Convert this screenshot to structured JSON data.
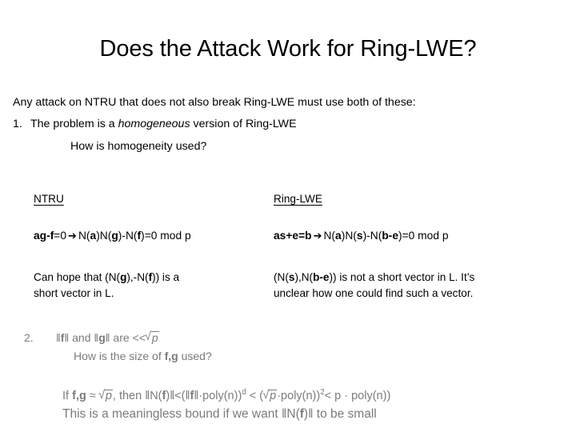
{
  "slide": {
    "title": "Does the Attack Work for Ring-LWE?",
    "intro": "Any attack on NTRU that does not also break Ring-LWE must use both of these:",
    "item1": {
      "number": "1.",
      "text_before": "The problem is a ",
      "emphasis": "homogeneous",
      "text_after": " version of Ring-LWE",
      "sub_question": "How is homogeneity used?"
    },
    "comparison": {
      "left": {
        "heading": "NTRU",
        "equation": {
          "lhs_bold": "ag-f",
          "lhs_rest": "=0",
          "arrow": "➔",
          "rhs_prefix": "N(",
          "rhs_a": "a",
          "rhs_mid1": ")N(",
          "rhs_g": "g",
          "rhs_mid2": ")-N(",
          "rhs_f": "f",
          "rhs_suffix": ")=0 mod p"
        },
        "note_line1_a": "Can hope that (N(",
        "note_line1_g": "g",
        "note_line1_b": "),-N(",
        "note_line1_f": "f",
        "note_line1_c": ")) is a",
        "note_line2": "short vector in L."
      },
      "right": {
        "heading": "Ring-LWE",
        "equation": {
          "lhs_bold": "as+e=b",
          "arrow": "➔",
          "rhs_prefix": "N(",
          "rhs_a": "a",
          "rhs_mid1": ")N(",
          "rhs_s": "s",
          "rhs_mid2": ")-N(",
          "rhs_be": "b-e",
          "rhs_suffix": ")=0 mod p"
        },
        "note_line1_a": "(N(",
        "note_line1_s": "s",
        "note_line1_b": "),N(",
        "note_line1_be": "b-e",
        "note_line1_c": ")) is not a short vector in L.  It’s",
        "note_line2": "unclear how one could find such a vector."
      }
    },
    "item2": {
      "number": "2.",
      "text_a": "‖",
      "bold_f": "f",
      "text_b": "‖ and ‖",
      "bold_g": "g",
      "text_c": "‖ are  <<",
      "sqrt_radicand": "p",
      "sub_question_a": "How is the size of ",
      "sub_question_bold": "f,g",
      "sub_question_b": " used?"
    },
    "bound": {
      "line1_a": "If ",
      "line1_bold1": "f,g",
      "line1_b": " ≈ ",
      "line1_sqrt1": "p",
      "line1_c": ", then ‖N(",
      "line1_bold2": "f",
      "line1_d": ")‖<(‖",
      "line1_bold3": "f",
      "line1_e": "‖·poly(n))",
      "line1_sup1": "d",
      "line1_f": " < (",
      "line1_sqrt2": "p",
      "line1_g": "·poly(n))",
      "line1_sup2": "2",
      "line1_h": "< p · poly(n))",
      "line2_a": "This is a meaningless bound if we want ‖N(",
      "line2_bold": "f",
      "line2_b": ")‖ to be small"
    }
  },
  "colors": {
    "background": "#ffffff",
    "text": "#000000",
    "faded_text": "#7b7b7b"
  }
}
